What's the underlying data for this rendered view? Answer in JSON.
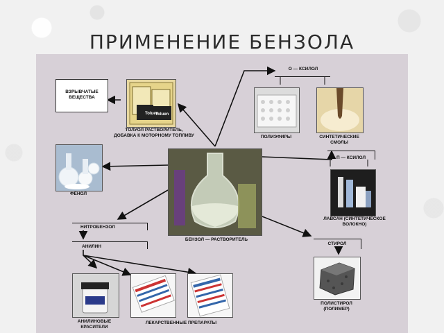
{
  "slide": {
    "title": "ПРИМЕНЕНИЕ БЕНЗОЛА"
  },
  "diagram": {
    "center_label": "БЕНЗОЛ — РАСТВОРИТЕЛЬ",
    "explosives_label": "ВЗРЫВЧАТЫЕ ВЕЩЕСТВА",
    "toluene_label": "ТОЛУОЛ РАСТВОРИТЕЛЬ, ДОБАВКА К МОТОРНОМУ ТОПЛИВУ",
    "toluene_can_text": "Toluen",
    "phenol_label": "ФЕНОЛ",
    "nitrobenzene_label": "НИТРОБЕНЗОЛ",
    "aniline_label": "АНИЛИН",
    "dyes_label": "АНИЛИНОВЫЕ КРАСИТЕЛИ",
    "medicines_label": "ЛЕКАРСТВЕННЫЕ ПРЕПАРАТЫ",
    "o_xylene_label": "О — КСИЛОЛ",
    "polyesters_label": "ПОЛИЭФИРЫ",
    "synthetic_resins_label": "СИНТЕТИЧЕСКИЕ СМОЛЫ",
    "p_xylene_label": "П — КСИЛОЛ",
    "lavsan_label": "ЛАВСАН (СИНТЕТИЧЕСКОЕ ВОЛОКНО)",
    "styrene_label": "СТИРОЛ",
    "polystyrene_label": "ПОЛИСТИРОЛ (ПОЛИМЕР)"
  }
}
